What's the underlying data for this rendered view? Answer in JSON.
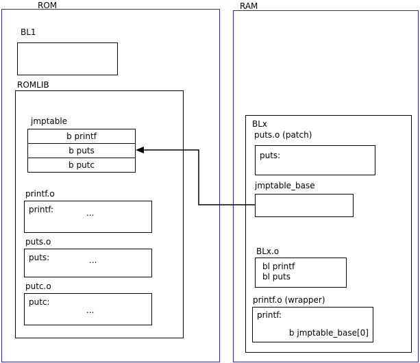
{
  "diagram": {
    "colors": {
      "frame_blue": "#2323cc",
      "box_black": "#000000"
    },
    "rom": {
      "label": "ROM",
      "bl1": {
        "label": "BL1"
      },
      "romlib": {
        "label": "ROMLIB",
        "jmptable": {
          "label": "jmptable",
          "rows": [
            "b printf",
            "b puts",
            "b putc"
          ]
        },
        "printf_o": {
          "label": "printf.o",
          "symbol": "printf:",
          "body": "..."
        },
        "puts_o": {
          "label": "puts.o",
          "symbol": "puts:",
          "body": "..."
        },
        "putc_o": {
          "label": "putc.o",
          "symbol": "putc:",
          "body": "..."
        }
      }
    },
    "ram": {
      "label": "RAM",
      "blx": {
        "label": "BLx",
        "puts_patch": {
          "label": "puts.o (patch)",
          "symbol": "puts:"
        },
        "jmptable_base": {
          "label": "jmptable_base"
        },
        "blx_o": {
          "label": "BLx.o",
          "line1": "bl printf",
          "line2": "bl puts"
        },
        "printf_wrapper": {
          "label": "printf.o (wrapper)",
          "symbol": "printf:",
          "body": "b jmptable_base[0]"
        }
      }
    }
  }
}
